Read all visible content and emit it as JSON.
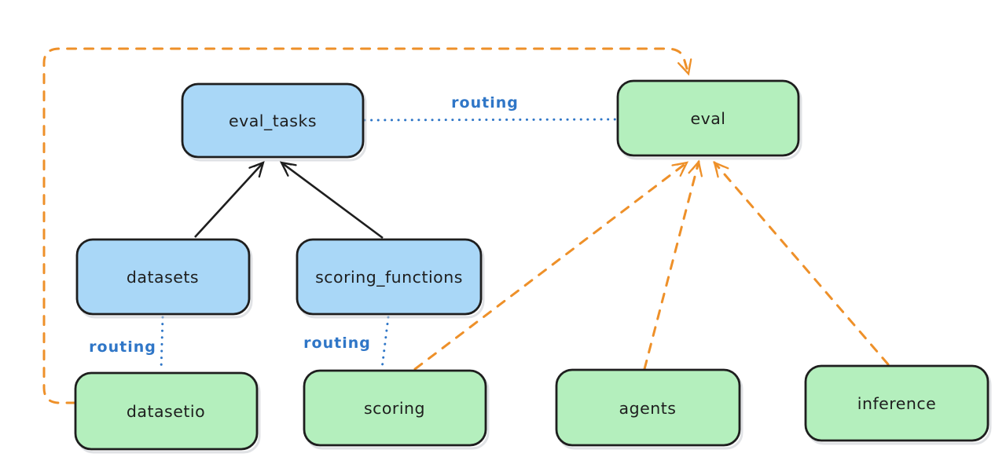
{
  "diagram": {
    "description": "Architecture diagram: eval routing between registry resources and provider APIs",
    "background": "#ffffff",
    "colors": {
      "node_border": "#1e1e1e",
      "blue_node_fill": "#a9d7f7",
      "green_node_fill": "#b4efbd",
      "routing_line": "#2f76c7",
      "provider_arrow": "#ee9029",
      "dependency_arrow": "#1e1e1e"
    },
    "nodes": {
      "eval_tasks": {
        "label": "eval_tasks",
        "kind": "blue"
      },
      "eval": {
        "label": "eval",
        "kind": "green"
      },
      "datasets": {
        "label": "datasets",
        "kind": "blue"
      },
      "scoring_functions": {
        "label": "scoring_functions",
        "kind": "blue"
      },
      "datasetio": {
        "label": "datasetio",
        "kind": "green"
      },
      "scoring": {
        "label": "scoring",
        "kind": "green"
      },
      "agents": {
        "label": "agents",
        "kind": "green"
      },
      "inference": {
        "label": "inference",
        "kind": "green"
      }
    },
    "edges": [
      {
        "from": "datasets",
        "to": "eval_tasks",
        "style": "solid-black-arrow",
        "label": ""
      },
      {
        "from": "scoring_functions",
        "to": "eval_tasks",
        "style": "solid-black-arrow",
        "label": ""
      },
      {
        "from": "eval_tasks",
        "to": "eval",
        "style": "dotted-blue",
        "label": "routing"
      },
      {
        "from": "datasets",
        "to": "datasetio",
        "style": "dotted-blue",
        "label": "routing"
      },
      {
        "from": "scoring_functions",
        "to": "scoring",
        "style": "dotted-blue",
        "label": "routing"
      },
      {
        "from": "datasetio",
        "to": "eval",
        "style": "dashed-orange-arrow",
        "label": ""
      },
      {
        "from": "scoring",
        "to": "eval",
        "style": "dashed-orange-arrow",
        "label": ""
      },
      {
        "from": "agents",
        "to": "eval",
        "style": "dashed-orange-arrow",
        "label": ""
      },
      {
        "from": "inference",
        "to": "eval",
        "style": "dashed-orange-arrow",
        "label": ""
      }
    ]
  }
}
